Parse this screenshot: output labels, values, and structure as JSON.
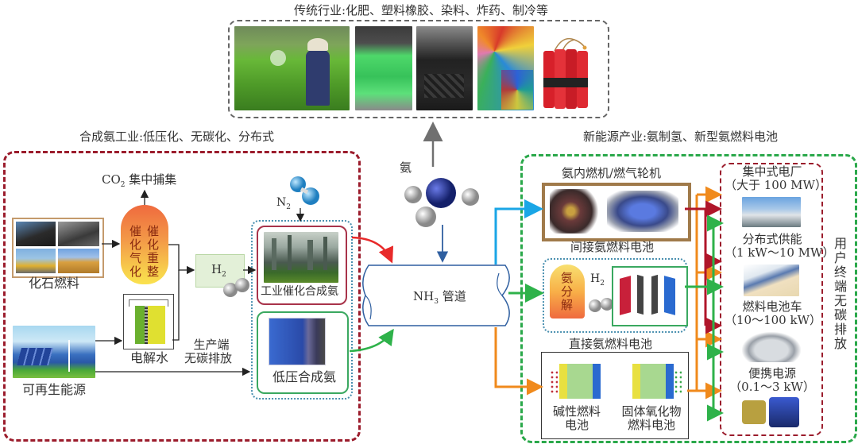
{
  "top": {
    "title": "传统行业:化肥、塑料橡胶、染料、炸药、制冷等",
    "images": [
      "fertilizer-field-photo",
      "green-plastic-chairs-photo",
      "rubber-tires-photo",
      "dye-powders-photo",
      "dynamite-icon"
    ]
  },
  "left": {
    "title": "合成氨工业:低压化、无碳化、分布式",
    "co2_label": "CO",
    "co2_sub": "2",
    "co2_suffix": " 集中捕集",
    "fossil_label": "化石燃料",
    "reactor_col1": "催化气化",
    "reactor_col2": "催化重整",
    "h2_label": "H",
    "h2_sub": "2",
    "electrolysis_label": "电解水",
    "renewable_label": "可再生能源",
    "zero_carbon_label_1": "生产端",
    "zero_carbon_label_2": "无碳排放",
    "n2_label": "N",
    "n2_sub": "2",
    "industrial_label": "工业催化合成氨",
    "lowpressure_label": "低压合成氨"
  },
  "center": {
    "ammonia_label": "氨",
    "pipe_label_prefix": "NH",
    "pipe_label_sub": "3",
    "pipe_label_suffix": " 管道"
  },
  "right": {
    "title": "新能源产业:氨制氢、新型氨燃料电池",
    "engine_label": "氨内燃机/燃气轮机",
    "indirect_label": "间接氨燃料电池",
    "decomp_label": "氨分解",
    "h2_label": "H",
    "h2_sub": "2",
    "direct_label": "直接氨燃料电池",
    "alkaline_label_1": "碱性燃料",
    "alkaline_label_2": "电池",
    "sofc_label_1": "固体氧化物",
    "sofc_label_2": "燃料电池",
    "users": [
      {
        "name": "集中式电厂",
        "range": "（大于 100 MW）"
      },
      {
        "name": "分布式供能",
        "range": "（1 kW～10 MW）"
      },
      {
        "name": "燃料电池车",
        "range": "（10～100 kW）"
      },
      {
        "name": "便携电源",
        "range": "（0.1～3 kW）"
      }
    ],
    "user_side_label": "用户终端无碳排放"
  },
  "colors": {
    "red_dashed": "#9b1c2c",
    "green_dashed": "#2aa84a",
    "gray_dashed": "#666666",
    "orange": "#f08a1c",
    "darkred": "#b0162a",
    "green": "#2eb24a",
    "blue": "#1aa6e6",
    "pipe_blue": "#2f5fa0"
  }
}
